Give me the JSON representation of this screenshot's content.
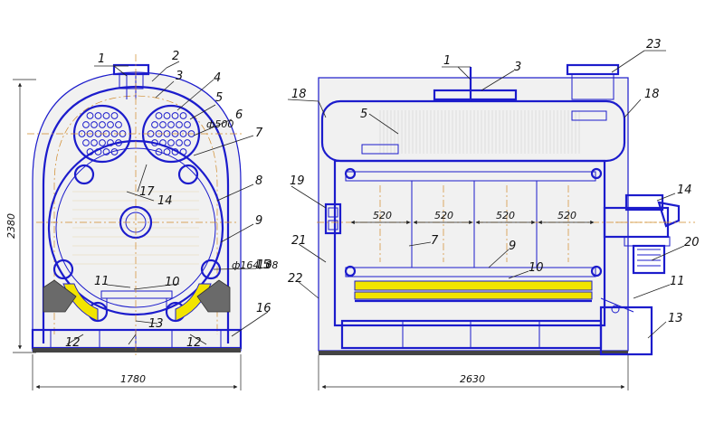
{
  "front_view": {
    "dimensions": {
      "height": "2380",
      "width": "1780",
      "pipe_diameter": "ф500",
      "tube_diameter": "ф164, 08"
    },
    "callouts": [
      "1",
      "2",
      "3",
      "4",
      "5",
      "6",
      "7",
      "8",
      "9",
      "13",
      "10",
      "11",
      "12",
      "12",
      "13",
      "14",
      "15",
      "16",
      "17"
    ]
  },
  "side_view": {
    "dimensions": {
      "length": "2630",
      "section_1": "520",
      "section_2": "520",
      "section_3": "520",
      "section_4": "520"
    },
    "callouts": [
      "1",
      "3",
      "23",
      "18",
      "18",
      "5",
      "19",
      "14",
      "7",
      "9",
      "20",
      "10",
      "11",
      "13",
      "21",
      "22"
    ]
  }
}
